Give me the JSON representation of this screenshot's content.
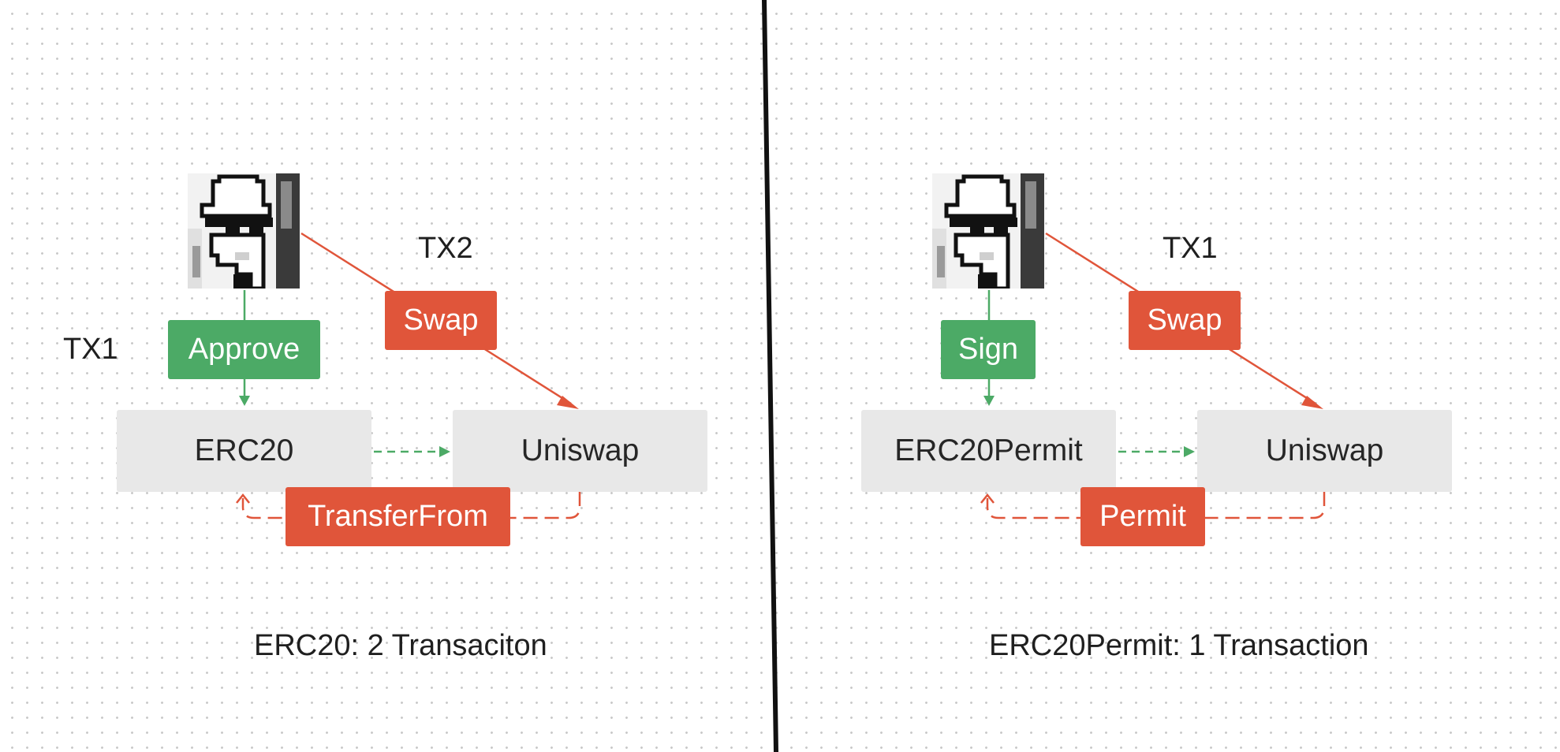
{
  "colors": {
    "green": "#4caa66",
    "red": "#e0553a",
    "node_fill": "#e8e8e8",
    "divider": "#111111"
  },
  "left": {
    "actor_icon": "pixel-avatar-icon",
    "tx_top": "TX2",
    "tx_side": "TX1",
    "approve_label": "Approve",
    "swap_label": "Swap",
    "token_label": "ERC20",
    "dex_label": "Uniswap",
    "transfer_label": "TransferFrom",
    "caption": "ERC20: 2 Transaciton"
  },
  "right": {
    "actor_icon": "pixel-avatar-icon",
    "tx_top": "TX1",
    "sign_label": "Sign",
    "swap_label": "Swap",
    "token_label": "ERC20Permit",
    "dex_label": "Uniswap",
    "permit_label": "Permit",
    "caption": "ERC20Permit: 1 Transaction"
  }
}
